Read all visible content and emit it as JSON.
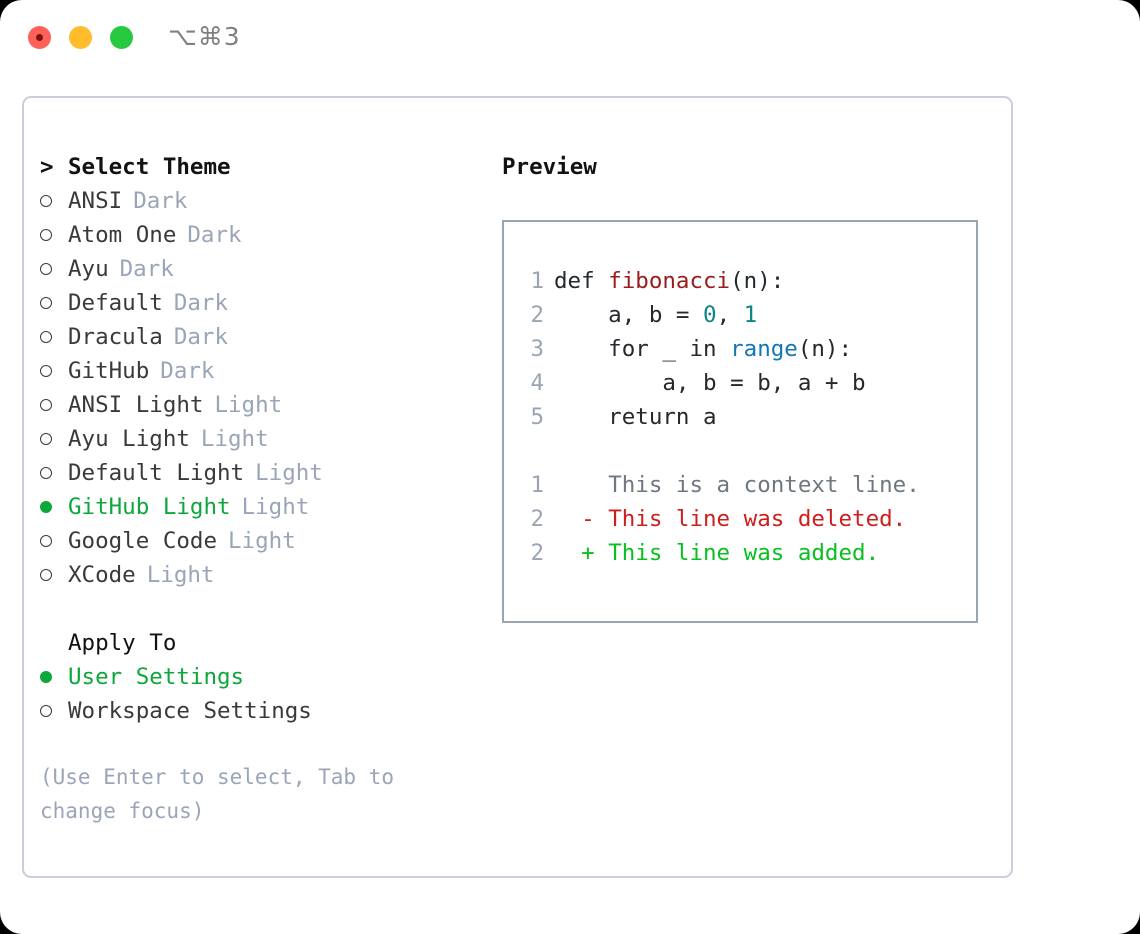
{
  "titlebar": {
    "shortcut": "⌥⌘3",
    "lights": [
      "close-red",
      "minimize-yellow",
      "zoom-green"
    ]
  },
  "theme_panel": {
    "heading": "Select Theme",
    "caret": ">",
    "options": [
      {
        "label": "ANSI",
        "tag": "Dark",
        "selected": false
      },
      {
        "label": "Atom One",
        "tag": "Dark",
        "selected": false
      },
      {
        "label": "Ayu",
        "tag": "Dark",
        "selected": false
      },
      {
        "label": "Default",
        "tag": "Dark",
        "selected": false
      },
      {
        "label": "Dracula",
        "tag": "Dark",
        "selected": false
      },
      {
        "label": "GitHub",
        "tag": "Dark",
        "selected": false
      },
      {
        "label": "ANSI Light",
        "tag": "Light",
        "selected": false
      },
      {
        "label": "Ayu Light",
        "tag": "Light",
        "selected": false
      },
      {
        "label": "Default Light",
        "tag": "Light",
        "selected": false
      },
      {
        "label": "GitHub Light",
        "tag": "Light",
        "selected": true
      },
      {
        "label": "Google Code",
        "tag": "Light",
        "selected": false
      },
      {
        "label": "XCode",
        "tag": "Light",
        "selected": false
      }
    ]
  },
  "apply_to": {
    "heading": "Apply To",
    "options": [
      {
        "label": "User Settings",
        "selected": true
      },
      {
        "label": "Workspace Settings",
        "selected": false
      }
    ]
  },
  "hint": "(Use Enter to select, Tab to change focus)",
  "preview": {
    "heading": "Preview",
    "code_lines": [
      {
        "num": "1",
        "tokens": [
          {
            "t": "def ",
            "c": "plain"
          },
          {
            "t": "fibonacci",
            "c": "fn"
          },
          {
            "t": "(n):",
            "c": "plain"
          }
        ]
      },
      {
        "num": "2",
        "tokens": [
          {
            "t": "    a, b = ",
            "c": "plain"
          },
          {
            "t": "0",
            "c": "num"
          },
          {
            "t": ", ",
            "c": "plain"
          },
          {
            "t": "1",
            "c": "num"
          }
        ]
      },
      {
        "num": "3",
        "tokens": [
          {
            "t": "    for _ in ",
            "c": "plain"
          },
          {
            "t": "range",
            "c": "call"
          },
          {
            "t": "(n):",
            "c": "plain"
          }
        ]
      },
      {
        "num": "4",
        "tokens": [
          {
            "t": "        a, b = b, a + b",
            "c": "plain"
          }
        ]
      },
      {
        "num": "5",
        "tokens": [
          {
            "t": "    return a",
            "c": "plain"
          }
        ]
      }
    ],
    "diff_lines": [
      {
        "num": "1",
        "marker": " ",
        "text": "This is a context line.",
        "kind": "ctx"
      },
      {
        "num": "2",
        "marker": "-",
        "text": "This line was deleted.",
        "kind": "del"
      },
      {
        "num": "2",
        "marker": "+",
        "text": "This line was added.",
        "kind": "add"
      }
    ]
  },
  "colors": {
    "accent_green": "#0da73c",
    "tag_gray": "#9aa5b8",
    "frame_border": "#c9ced8",
    "preview_border": "#9aa5b2",
    "fn_red": "#9b1c1c",
    "number_teal": "#0e8585",
    "call_blue": "#1178b5",
    "diff_deleted": "#cf1e1e",
    "diff_added": "#09c01f",
    "diff_context": "#6f7780"
  }
}
